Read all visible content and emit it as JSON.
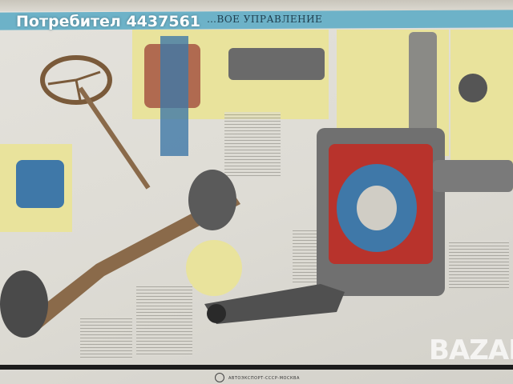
{
  "watermark": {
    "user_label": "Потребител 4437561",
    "site_logo": "BAZAR"
  },
  "poster": {
    "header_title": "…ВОЕ УПРАВЛЕНИЕ",
    "publisher": "АВТОЭКСПОРТ-СССР-МОСКВА"
  },
  "colors": {
    "header_band": "#6db2c8",
    "panel_yellow": "#e9e39c",
    "housing_red": "#b8332c",
    "section_blue": "#3f78a8",
    "axle_brown": "#8a6a4a"
  }
}
